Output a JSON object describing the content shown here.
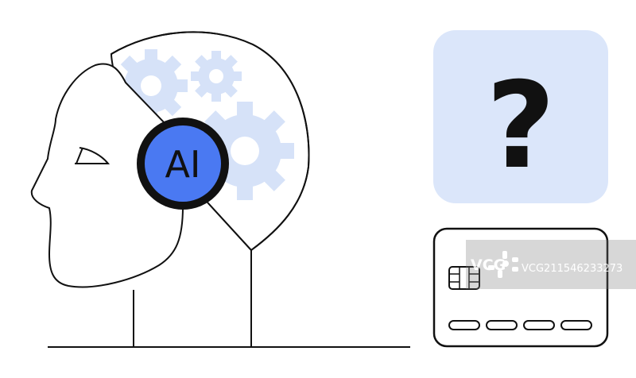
{
  "head": {
    "badge_text": "AI"
  },
  "question_card": {
    "symbol": "?"
  },
  "watermark": {
    "logo": "VCG",
    "id_text": "VCG211546233273"
  },
  "colors": {
    "accent_blue": "#4a79f2",
    "light_blue": "#dbe6fa",
    "gear_blue": "#d6e2f8",
    "line": "#111111",
    "background": "#ffffff"
  },
  "icons": [
    "robot-head-icon",
    "gear-icon",
    "ai-badge-icon",
    "question-mark-icon",
    "credit-card-icon",
    "chip-icon"
  ]
}
